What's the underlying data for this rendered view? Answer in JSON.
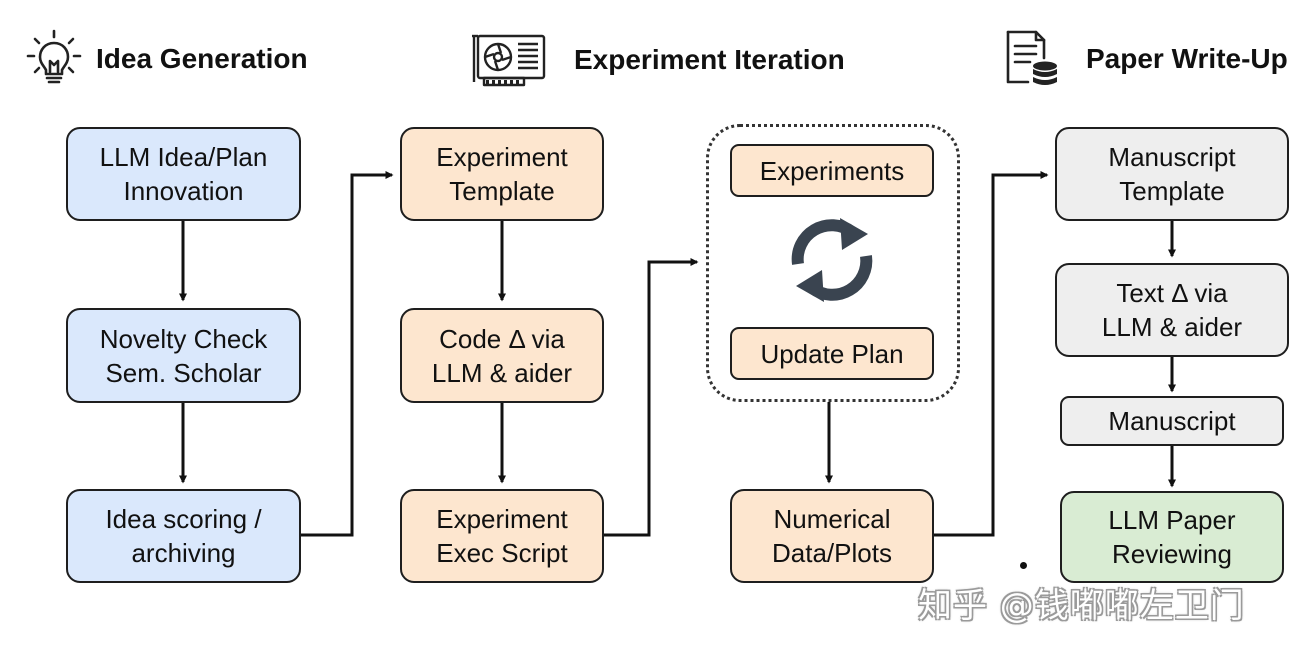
{
  "headers": {
    "idea": "Idea Generation",
    "experiment": "Experiment Iteration",
    "paper": "Paper Write-Up"
  },
  "icons": {
    "idea": "lightbulb-icon",
    "experiment": "gpu-card-icon",
    "paper": "document-database-icon",
    "loop": "refresh-cycle-icon"
  },
  "idea_column": {
    "llm_idea_plan": "LLM Idea/Plan\nInnovation",
    "novelty_check": "Novelty Check\nSem. Scholar",
    "idea_scoring": "Idea scoring /\narchiving"
  },
  "experiment_column": {
    "experiment_template": "Experiment\nTemplate",
    "code_delta": "Code Δ via\nLLM & aider",
    "exec_script": "Experiment\nExec Script"
  },
  "loop_group": {
    "experiments": "Experiments",
    "update_plan": "Update Plan",
    "numerical_data": "Numerical\nData/Plots"
  },
  "paper_column": {
    "manuscript_template": "Manuscript\nTemplate",
    "text_delta": "Text Δ via\nLLM & aider",
    "manuscript": "Manuscript",
    "paper_reviewing": "LLM Paper\nReviewing"
  },
  "watermark": "知乎 @钱嘟嘟左卫门",
  "colors": {
    "idea_fill": "#dae8fc",
    "experiment_fill": "#fde6cf",
    "paper_fill": "#eeeeee",
    "review_fill": "#d9ecd3",
    "loop_icon": "#3a4450"
  }
}
